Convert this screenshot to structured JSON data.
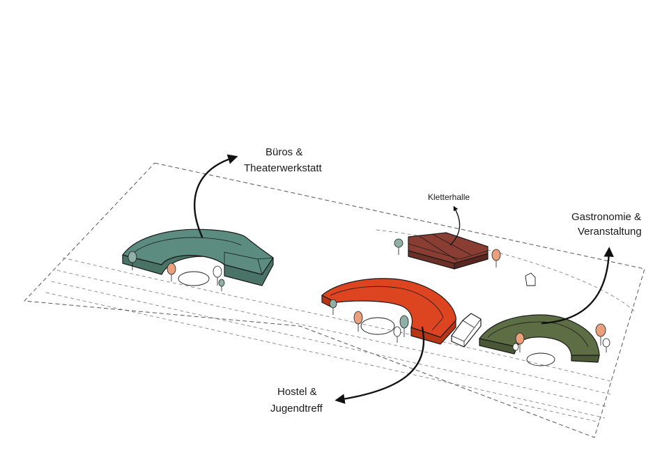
{
  "labels": {
    "offices_line1": "Büros &",
    "offices_line2": "Theaterwerkstatt",
    "climbing": "Kletterhalle",
    "gastro_line1": "Gastronomie  &",
    "gastro_line2": "Veranstaltung",
    "hostel_line1": "Hostel  &",
    "hostel_line2": "Jugendtreff"
  },
  "colors": {
    "site_fill": "#f3f3f1",
    "offices_building": "#5b8c7f",
    "climbing_hall": "#8a3e33",
    "hostel_building": "#dd4420",
    "gastro_building": "#5d6e45",
    "tree_green": "#8fb0a4",
    "tree_orange": "#eaa07c",
    "annex": "#ffffff"
  }
}
